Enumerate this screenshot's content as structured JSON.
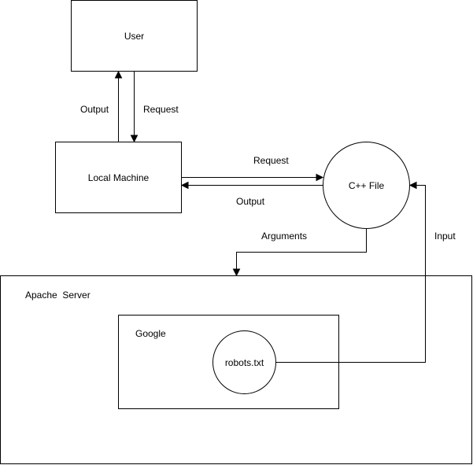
{
  "nodes": {
    "user": "User",
    "local_machine": "Local Machine",
    "cpp_file": "C++ File",
    "apache_server": "Apache  Server",
    "google": "Google",
    "robots": "robots.txt"
  },
  "edges": {
    "user_output": "Output",
    "user_request": "Request",
    "lm_request": "Request",
    "lm_output": "Output",
    "arguments": "Arguments",
    "input": "Input"
  }
}
